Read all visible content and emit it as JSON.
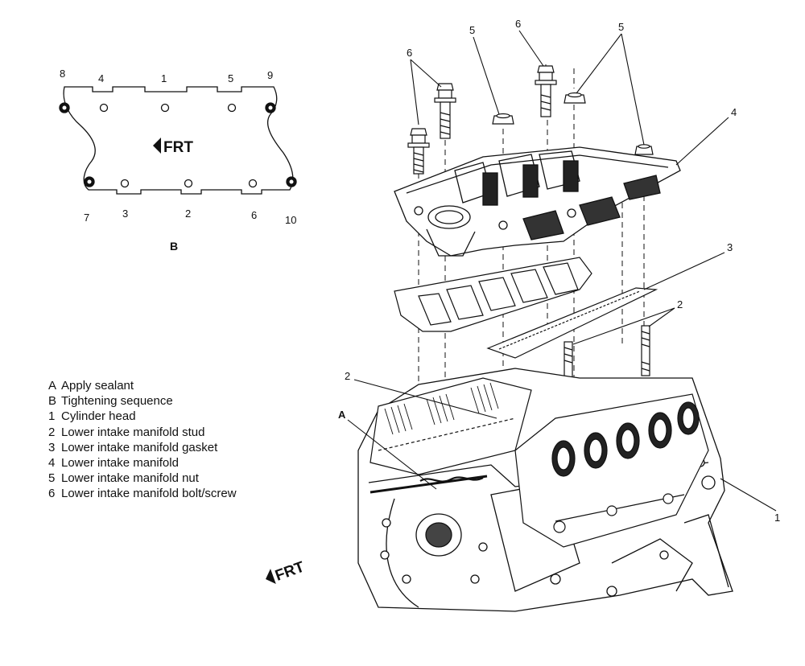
{
  "inset": {
    "label": "B",
    "front_marker": "FRT",
    "top_numbers": [
      "8",
      "4",
      "1",
      "5",
      "9"
    ],
    "bottom_numbers": [
      "7",
      "3",
      "2",
      "6",
      "10"
    ]
  },
  "main_front_marker": "FRT",
  "callouts": {
    "bolt_left": "6",
    "bolt_top": "6",
    "nut_top": "5",
    "nut_right": "5",
    "manifold": "4",
    "gasket": "3",
    "stud_right": "2",
    "stud_left": "2",
    "sealant": "A",
    "head": "1"
  },
  "legend": [
    {
      "key": "A",
      "text": "Apply sealant"
    },
    {
      "key": "B",
      "text": "Tightening sequence"
    },
    {
      "key": "1",
      "text": "Cylinder head"
    },
    {
      "key": "2",
      "text": "Lower intake manifold stud"
    },
    {
      "key": "3",
      "text": "Lower intake manifold gasket"
    },
    {
      "key": "4",
      "text": "Lower intake manifold"
    },
    {
      "key": "5",
      "text": "Lower intake manifold nut"
    },
    {
      "key": "6",
      "text": "Lower intake manifold bolt/screw"
    }
  ],
  "colors": {
    "ink": "#111111",
    "paper": "#ffffff"
  }
}
